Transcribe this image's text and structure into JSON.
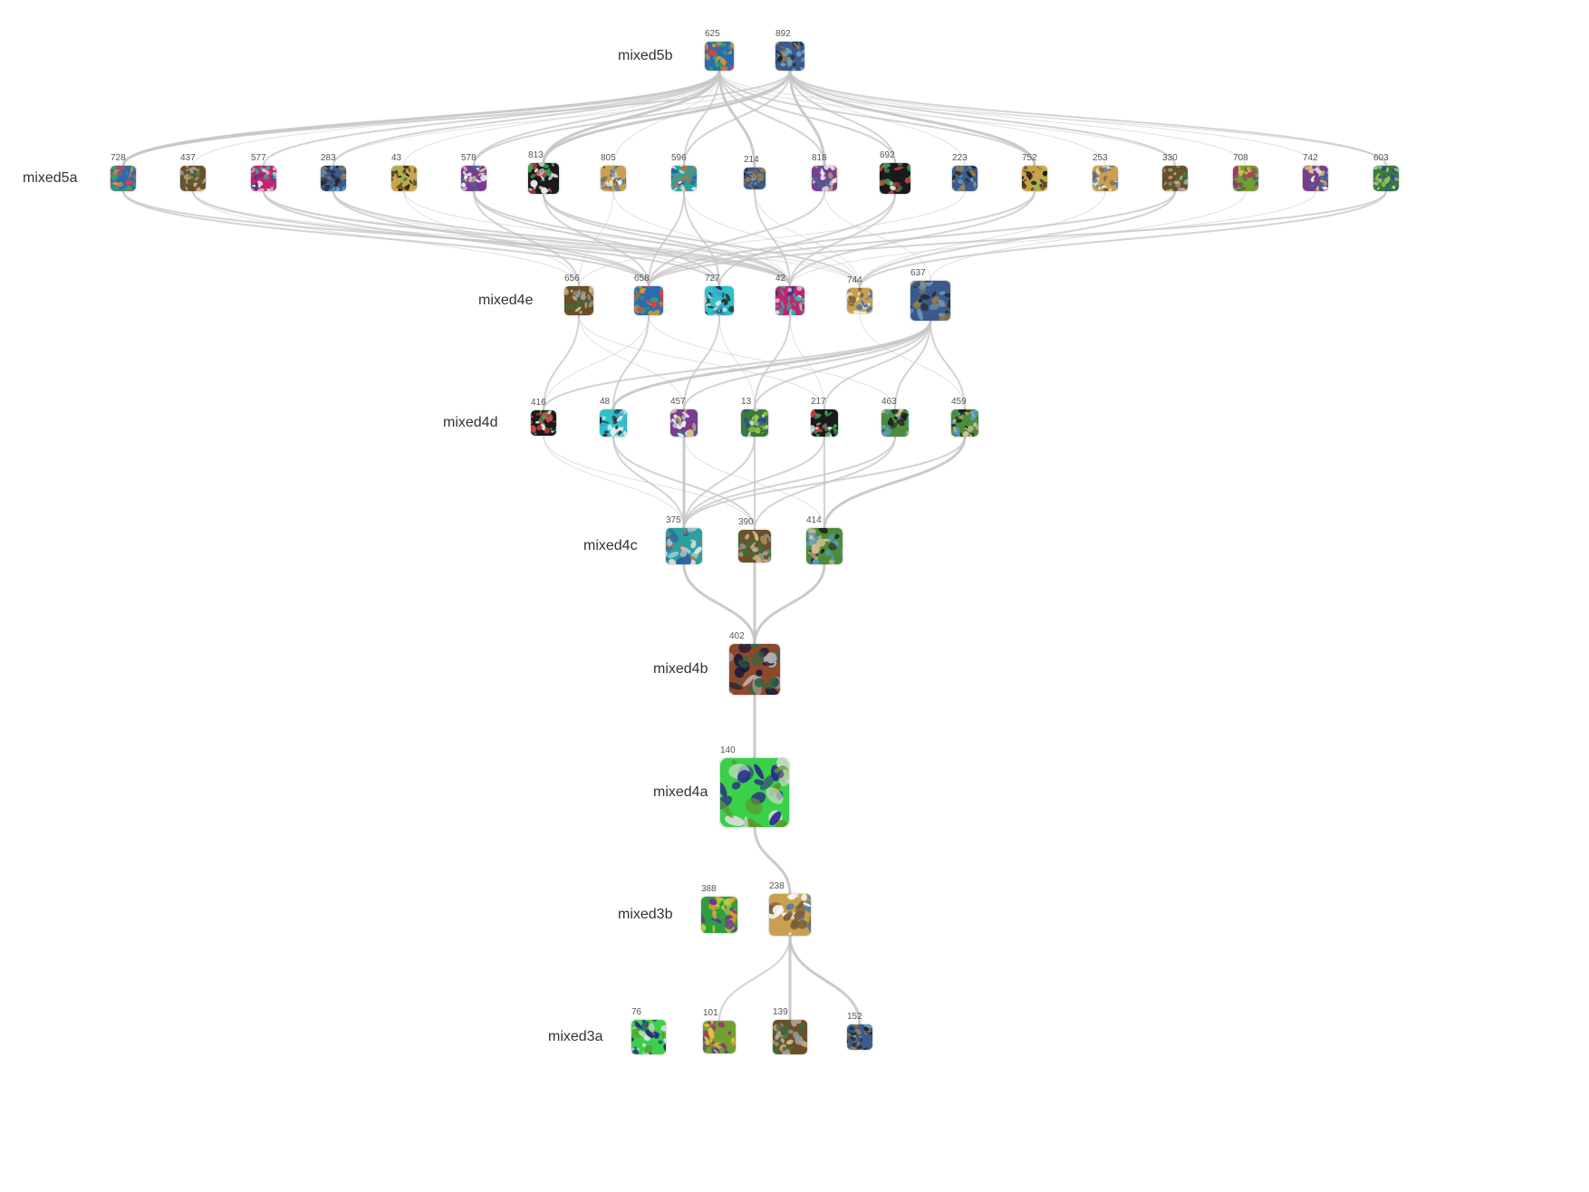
{
  "palette": {
    "edge": "#c4c4c4",
    "textures": [
      [
        "#2b6cb0",
        "#d69e2e",
        "#38a169",
        "#e53e3e"
      ],
      [
        "#6b4f2a",
        "#a0a0a0",
        "#3c6e3c",
        "#d4b483"
      ],
      [
        "#c0266d",
        "#2cb5a8",
        "#f2f2f2",
        "#3a3a8a"
      ],
      [
        "#3b5b8c",
        "#9b7b4a",
        "#6fa0c8",
        "#222222"
      ],
      [
        "#caa24a",
        "#5a4a2a",
        "#8fbf5a",
        "#1c1c1c"
      ],
      [
        "#7a3c8c",
        "#d8c07a",
        "#3a6a9a",
        "#f0f0f0"
      ],
      [
        "#1a1a1a",
        "#3fa35c",
        "#d04040",
        "#e8e8e8"
      ],
      [
        "#c8a050",
        "#7a6040",
        "#4a7ab0",
        "#f5f5f5"
      ],
      [
        "#2aa0a0",
        "#c07030",
        "#3060a0",
        "#e0e0e0"
      ],
      [
        "#30c0c8",
        "#202020",
        "#f0f0f0",
        "#40a0d0"
      ],
      [
        "#3c7a3c",
        "#9ccc3c",
        "#2a4a9a",
        "#d9d9d9"
      ],
      [
        "#4c8c3c",
        "#1c1c1c",
        "#d8c090",
        "#5a9ad0"
      ],
      [
        "#8c4a2a",
        "#2a6a4a",
        "#b0b0b0",
        "#1a1a3a"
      ],
      [
        "#3ad04a",
        "#2a2a8a",
        "#e0e0e0",
        "#5a9a2a"
      ],
      [
        "#2e9e3e",
        "#b8d040",
        "#6a2aa0",
        "#f0a030"
      ],
      [
        "#70a030",
        "#a03070",
        "#e0c040",
        "#405080"
      ]
    ]
  },
  "layers": [
    {
      "id": "mixed5b",
      "label": "mixed5b"
    },
    {
      "id": "mixed5a",
      "label": "mixed5a"
    },
    {
      "id": "mixed4e",
      "label": "mixed4e"
    },
    {
      "id": "mixed4d",
      "label": "mixed4d"
    },
    {
      "id": "mixed4c",
      "label": "mixed4c"
    },
    {
      "id": "mixed4b",
      "label": "mixed4b"
    },
    {
      "id": "mixed4a",
      "label": "mixed4a"
    },
    {
      "id": "mixed3b",
      "label": "mixed3b"
    },
    {
      "id": "mixed3a",
      "label": "mixed3a"
    }
  ],
  "nodes": {
    "mixed5b": [
      {
        "id": "625",
        "t": 0
      },
      {
        "id": "892",
        "t": 3
      }
    ],
    "mixed5a": [
      {
        "id": "728",
        "t": 0
      },
      {
        "id": "437",
        "t": 1
      },
      {
        "id": "577",
        "t": 2
      },
      {
        "id": "283",
        "t": 3
      },
      {
        "id": "43",
        "t": 4
      },
      {
        "id": "578",
        "t": 5
      },
      {
        "id": "813",
        "t": 6
      },
      {
        "id": "805",
        "t": 7
      },
      {
        "id": "596",
        "t": 8
      },
      {
        "id": "214",
        "t": 3
      },
      {
        "id": "818",
        "t": 5
      },
      {
        "id": "692",
        "t": 6
      },
      {
        "id": "223",
        "t": 3
      },
      {
        "id": "752",
        "t": 4
      },
      {
        "id": "253",
        "t": 7
      },
      {
        "id": "330",
        "t": 1
      },
      {
        "id": "708",
        "t": 15
      },
      {
        "id": "742",
        "t": 5
      },
      {
        "id": "603",
        "t": 10
      }
    ],
    "mixed4e": [
      {
        "id": "656",
        "t": 1
      },
      {
        "id": "658",
        "t": 0
      },
      {
        "id": "727",
        "t": 9
      },
      {
        "id": "42",
        "t": 2
      },
      {
        "id": "744",
        "t": 7
      },
      {
        "id": "637",
        "t": 3
      }
    ],
    "mixed4d": [
      {
        "id": "416",
        "t": 6
      },
      {
        "id": "48",
        "t": 9
      },
      {
        "id": "457",
        "t": 5
      },
      {
        "id": "13",
        "t": 10
      },
      {
        "id": "217",
        "t": 6
      },
      {
        "id": "463",
        "t": 11
      },
      {
        "id": "459",
        "t": 11
      }
    ],
    "mixed4c": [
      {
        "id": "375",
        "t": 8
      },
      {
        "id": "390",
        "t": 1
      },
      {
        "id": "414",
        "t": 11
      }
    ],
    "mixed4b": [
      {
        "id": "402",
        "t": 12
      }
    ],
    "mixed4a": [
      {
        "id": "140",
        "t": 13
      }
    ],
    "mixed3b": [
      {
        "id": "388",
        "t": 14
      },
      {
        "id": "238",
        "t": 7
      }
    ],
    "mixed3a": [
      {
        "id": "76",
        "t": 13
      },
      {
        "id": "101",
        "t": 15
      },
      {
        "id": "139",
        "t": 1
      },
      {
        "id": "152",
        "t": 3
      }
    ]
  },
  "edges": [
    {
      "from": "625",
      "to": "728",
      "w": 3
    },
    {
      "from": "625",
      "to": "437",
      "w": 1
    },
    {
      "from": "625",
      "to": "577",
      "w": 2
    },
    {
      "from": "625",
      "to": "283",
      "w": 2
    },
    {
      "from": "625",
      "to": "43",
      "w": 1
    },
    {
      "from": "625",
      "to": "578",
      "w": 2
    },
    {
      "from": "625",
      "to": "813",
      "w": 3
    },
    {
      "from": "625",
      "to": "805",
      "w": 1
    },
    {
      "from": "625",
      "to": "596",
      "w": 2
    },
    {
      "from": "625",
      "to": "214",
      "w": 3
    },
    {
      "from": "625",
      "to": "818",
      "w": 2
    },
    {
      "from": "625",
      "to": "692",
      "w": 2
    },
    {
      "from": "625",
      "to": "752",
      "w": 2
    },
    {
      "from": "625",
      "to": "330",
      "w": 1
    },
    {
      "from": "625",
      "to": "603",
      "w": 1
    },
    {
      "from": "892",
      "to": "728",
      "w": 2
    },
    {
      "from": "892",
      "to": "283",
      "w": 1
    },
    {
      "from": "892",
      "to": "578",
      "w": 2
    },
    {
      "from": "892",
      "to": "813",
      "w": 3
    },
    {
      "from": "892",
      "to": "596",
      "w": 2
    },
    {
      "from": "892",
      "to": "818",
      "w": 3
    },
    {
      "from": "892",
      "to": "692",
      "w": 2
    },
    {
      "from": "892",
      "to": "223",
      "w": 1
    },
    {
      "from": "892",
      "to": "752",
      "w": 3
    },
    {
      "from": "892",
      "to": "253",
      "w": 1
    },
    {
      "from": "892",
      "to": "330",
      "w": 2
    },
    {
      "from": "892",
      "to": "708",
      "w": 1
    },
    {
      "from": "892",
      "to": "742",
      "w": 1
    },
    {
      "from": "892",
      "to": "603",
      "w": 2
    },
    {
      "from": "728",
      "to": "658",
      "w": 2
    },
    {
      "from": "728",
      "to": "42",
      "w": 2
    },
    {
      "from": "437",
      "to": "656",
      "w": 1
    },
    {
      "from": "437",
      "to": "727",
      "w": 2
    },
    {
      "from": "437",
      "to": "42",
      "w": 1
    },
    {
      "from": "577",
      "to": "658",
      "w": 2
    },
    {
      "from": "577",
      "to": "42",
      "w": 2
    },
    {
      "from": "577",
      "to": "744",
      "w": 1
    },
    {
      "from": "283",
      "to": "658",
      "w": 2
    },
    {
      "from": "283",
      "to": "727",
      "w": 1
    },
    {
      "from": "283",
      "to": "42",
      "w": 2
    },
    {
      "from": "43",
      "to": "656",
      "w": 1
    },
    {
      "from": "43",
      "to": "744",
      "w": 1
    },
    {
      "from": "578",
      "to": "656",
      "w": 2
    },
    {
      "from": "578",
      "to": "727",
      "w": 2
    },
    {
      "from": "578",
      "to": "42",
      "w": 2
    },
    {
      "from": "813",
      "to": "658",
      "w": 2
    },
    {
      "from": "813",
      "to": "744",
      "w": 2
    },
    {
      "from": "813",
      "to": "42",
      "w": 2
    },
    {
      "from": "805",
      "to": "656",
      "w": 1
    },
    {
      "from": "805",
      "to": "42",
      "w": 1
    },
    {
      "from": "596",
      "to": "658",
      "w": 2
    },
    {
      "from": "596",
      "to": "727",
      "w": 2
    },
    {
      "from": "596",
      "to": "744",
      "w": 1
    },
    {
      "from": "214",
      "to": "42",
      "w": 2
    },
    {
      "from": "214",
      "to": "744",
      "w": 1
    },
    {
      "from": "818",
      "to": "658",
      "w": 2
    },
    {
      "from": "818",
      "to": "637",
      "w": 1
    },
    {
      "from": "692",
      "to": "727",
      "w": 2
    },
    {
      "from": "692",
      "to": "42",
      "w": 2
    },
    {
      "from": "223",
      "to": "656",
      "w": 1
    },
    {
      "from": "752",
      "to": "658",
      "w": 2
    },
    {
      "from": "752",
      "to": "42",
      "w": 2
    },
    {
      "from": "253",
      "to": "744",
      "w": 1
    },
    {
      "from": "330",
      "to": "658",
      "w": 2
    },
    {
      "from": "330",
      "to": "744",
      "w": 2
    },
    {
      "from": "708",
      "to": "637",
      "w": 1
    },
    {
      "from": "742",
      "to": "42",
      "w": 1
    },
    {
      "from": "603",
      "to": "658",
      "w": 2
    },
    {
      "from": "603",
      "to": "744",
      "w": 2
    },
    {
      "from": "656",
      "to": "416",
      "w": 2
    },
    {
      "from": "656",
      "to": "457",
      "w": 1
    },
    {
      "from": "656",
      "to": "217",
      "w": 1
    },
    {
      "from": "658",
      "to": "48",
      "w": 2
    },
    {
      "from": "658",
      "to": "416",
      "w": 1
    },
    {
      "from": "658",
      "to": "463",
      "w": 1
    },
    {
      "from": "727",
      "to": "457",
      "w": 2
    },
    {
      "from": "727",
      "to": "13",
      "w": 1
    },
    {
      "from": "42",
      "to": "13",
      "w": 2
    },
    {
      "from": "42",
      "to": "217",
      "w": 1
    },
    {
      "from": "744",
      "to": "459",
      "w": 1
    },
    {
      "from": "637",
      "to": "48",
      "w": 3
    },
    {
      "from": "637",
      "to": "457",
      "w": 2
    },
    {
      "from": "637",
      "to": "217",
      "w": 2
    },
    {
      "from": "637",
      "to": "463",
      "w": 2
    },
    {
      "from": "637",
      "to": "459",
      "w": 2
    },
    {
      "from": "637",
      "to": "416",
      "w": 2
    },
    {
      "from": "637",
      "to": "13",
      "w": 2
    },
    {
      "from": "416",
      "to": "375",
      "w": 1
    },
    {
      "from": "416",
      "to": "390",
      "w": 1
    },
    {
      "from": "48",
      "to": "375",
      "w": 2
    },
    {
      "from": "48",
      "to": "390",
      "w": 2
    },
    {
      "from": "457",
      "to": "375",
      "w": 3
    },
    {
      "from": "457",
      "to": "414",
      "w": 1
    },
    {
      "from": "13",
      "to": "375",
      "w": 2
    },
    {
      "from": "13",
      "to": "390",
      "w": 2
    },
    {
      "from": "217",
      "to": "375",
      "w": 2
    },
    {
      "from": "217",
      "to": "414",
      "w": 2
    },
    {
      "from": "463",
      "to": "375",
      "w": 2
    },
    {
      "from": "463",
      "to": "390",
      "w": 2
    },
    {
      "from": "459",
      "to": "375",
      "w": 2
    },
    {
      "from": "459",
      "to": "414",
      "w": 3
    },
    {
      "from": "375",
      "to": "402",
      "w": 3
    },
    {
      "from": "390",
      "to": "402",
      "w": 3
    },
    {
      "from": "414",
      "to": "402",
      "w": 3
    },
    {
      "from": "402",
      "to": "140",
      "w": 3
    },
    {
      "from": "140",
      "to": "238",
      "w": 3
    },
    {
      "from": "238",
      "to": "101",
      "w": 2
    },
    {
      "from": "238",
      "to": "139",
      "w": 3
    },
    {
      "from": "238",
      "to": "152",
      "w": 3
    }
  ]
}
